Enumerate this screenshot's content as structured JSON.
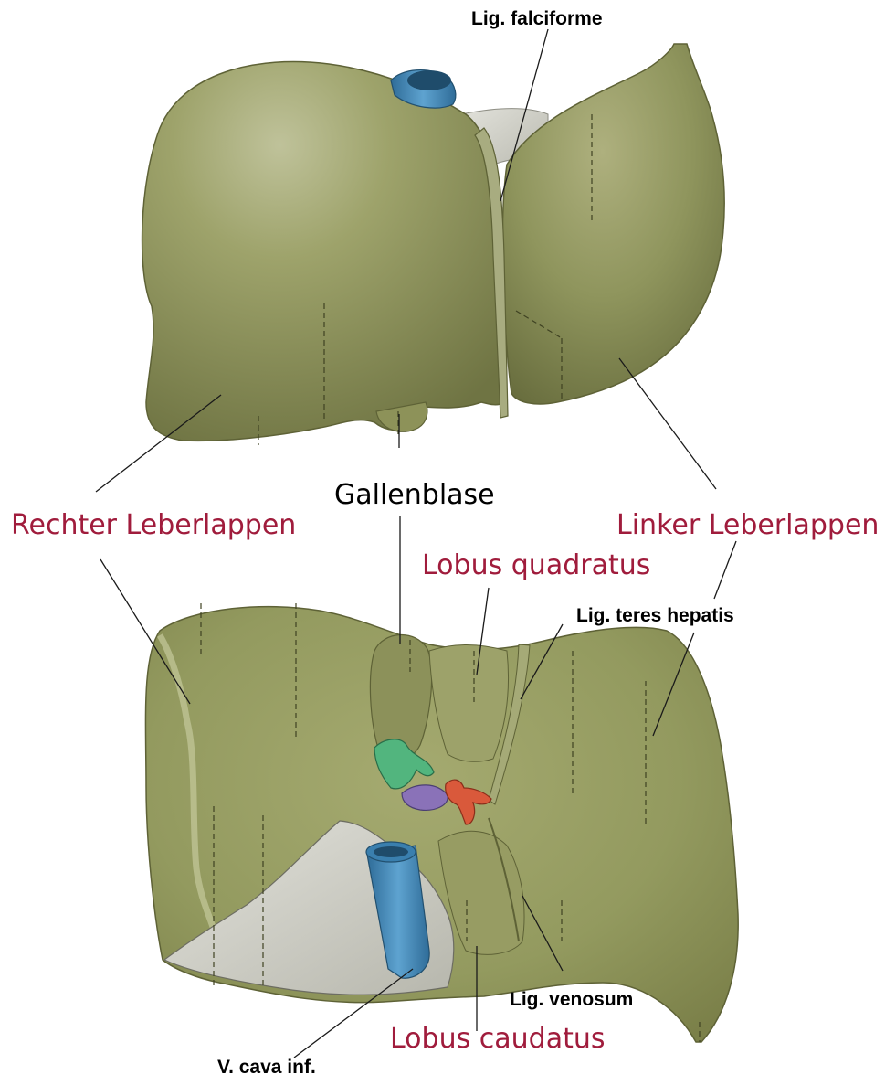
{
  "colors": {
    "lobe_label": "#a01c3c",
    "structure_label": "#000000",
    "liver": "#9aa167",
    "liver_dark": "#757a48",
    "vein_blue": "#3f86b8",
    "ligament": "#cfcfc6",
    "green_duct": "#52b57e",
    "purple_vessel": "#8a72b8",
    "orange_artery": "#d9593b"
  },
  "labels": {
    "lig_falciforme": "Lig. falciforme",
    "gallenblase": "Gallenblase",
    "rechter_leberlappen": "Rechter Leberlappen",
    "linker_leberlappen": "Linker Leberlappen",
    "lobus_quadratus": "Lobus quadratus",
    "lig_teres_hepatis": "Lig. teres hepatis",
    "lig_venosum": "Lig. venosum",
    "lobus_caudatus": "Lobus caudatus",
    "v_cava_inf": "V. cava inf."
  }
}
